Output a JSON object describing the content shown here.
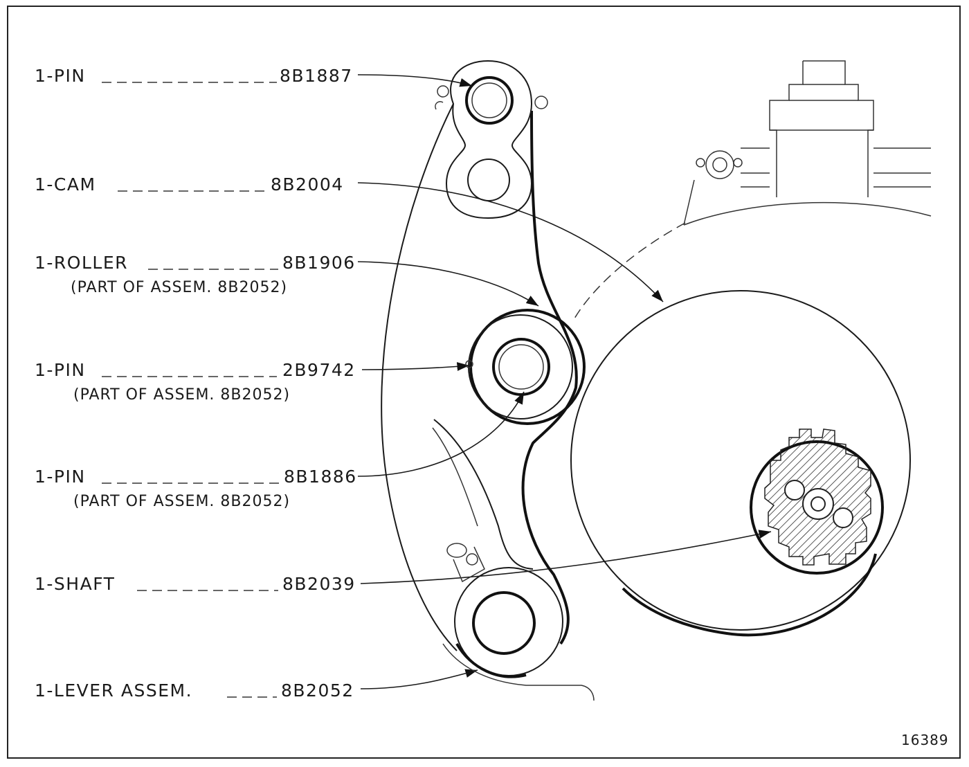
{
  "callouts": [
    {
      "label": "1-PIN",
      "part_number": "8B1887",
      "note": ""
    },
    {
      "label": "1-CAM",
      "part_number": "8B2004",
      "note": ""
    },
    {
      "label": "1-ROLLER",
      "part_number": "8B1906",
      "note": "(PART OF ASSEM. 8B2052)"
    },
    {
      "label": "1-PIN",
      "part_number": "2B9742",
      "note": "(PART OF ASSEM. 8B2052)"
    },
    {
      "label": "1-PIN",
      "part_number": "8B1886",
      "note": "(PART OF ASSEM. 8B2052)"
    },
    {
      "label": "1-SHAFT",
      "part_number": "8B2039",
      "note": ""
    },
    {
      "label": "1-LEVER ASSEM.",
      "part_number": "8B2052",
      "note": ""
    }
  ],
  "figure_number": "16389"
}
